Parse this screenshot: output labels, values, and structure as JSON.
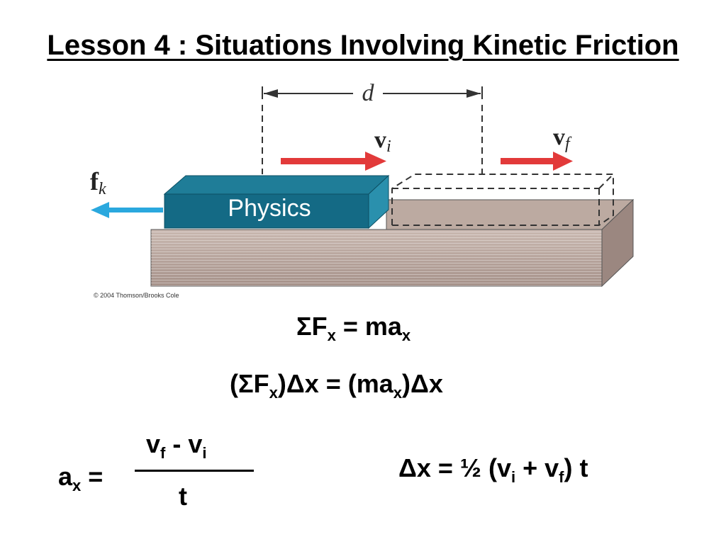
{
  "title": "Lesson 4 : Situations Involving Kinetic Friction",
  "figure": {
    "book_label": "Physics",
    "distance_label": "d",
    "vi_label": "v",
    "vi_sub": "i",
    "vf_label": "v",
    "vf_sub": "f",
    "fk_label": "f",
    "fk_sub": "k",
    "copyright": "© 2004 Thomson/Brooks Cole",
    "colors": {
      "book_top": "#1f7d98",
      "book_front": "#146a85",
      "velocity_arrow": "#e23a3a",
      "friction_arrow": "#2aa8de",
      "table_top": "#bcaaa1",
      "table_front": "#b8a49b"
    }
  },
  "equations": {
    "eq1": {
      "sigma": "Σ",
      "F": "F",
      "x1": "x",
      "eq": " = ma",
      "x2": "x"
    },
    "eq2": {
      "open": "(Σ",
      "F": "F",
      "x1": "x",
      "mid": ")Δx = (ma",
      "x2": "x",
      "end": ")Δx"
    },
    "accel": {
      "a": "a",
      "x": "x",
      "eq": " =",
      "num_v1": "v",
      "num_f": "f",
      "num_minus": " - v",
      "num_i": "i",
      "den": "t"
    },
    "disp": {
      "lead": "Δx = ½ (v",
      "i": "i",
      "plus": " + v",
      "f": "f",
      "end": ") t"
    }
  }
}
